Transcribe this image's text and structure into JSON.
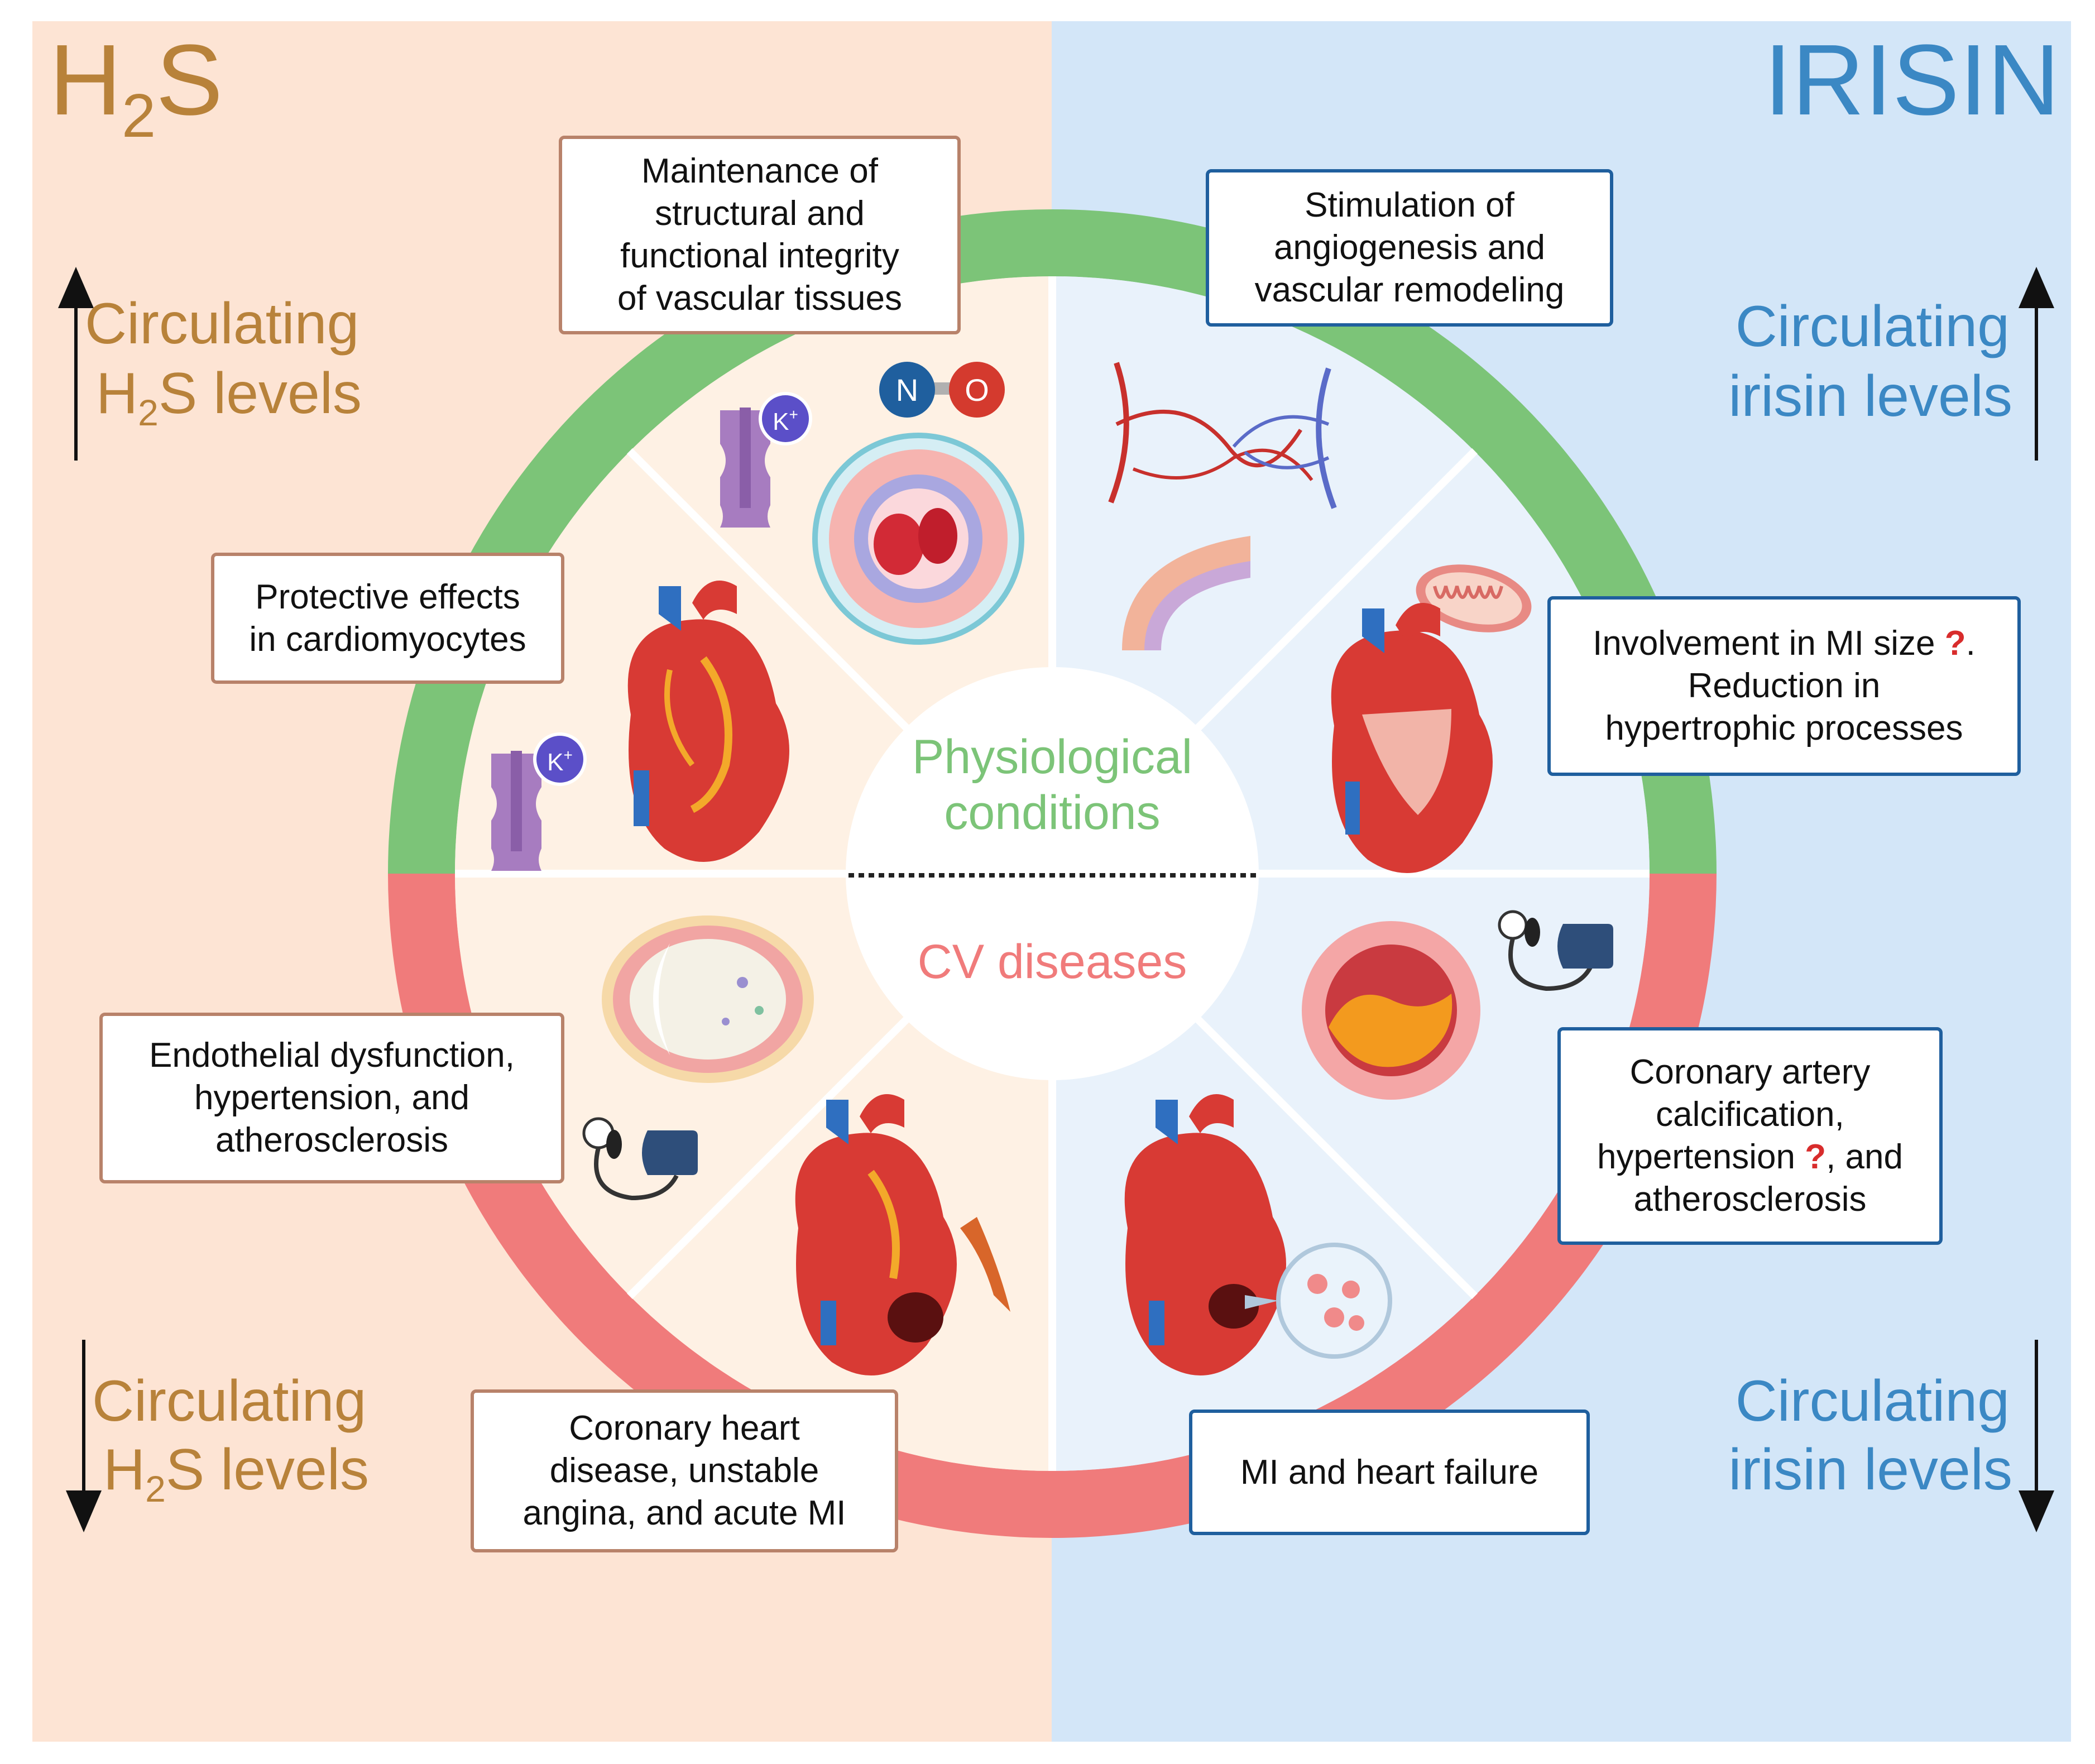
{
  "left_panel": {
    "title_main": "H",
    "title_sub": "2",
    "title_end": "S",
    "up_label_line1": "Circulating",
    "up_label_line2_main": "H",
    "up_label_line2_sub": "2",
    "up_label_line2_end": "S levels",
    "down_label_line1": "Circulating",
    "down_label_line2_main": "H",
    "down_label_line2_sub": "2",
    "down_label_line2_end": "S levels"
  },
  "right_panel": {
    "title": "IRISIN",
    "up_label_line1": "Circulating",
    "up_label_line2": "irisin levels",
    "down_label_line1": "Circulating",
    "down_label_line2": "irisin levels"
  },
  "center": {
    "physiological_line1": "Physiological",
    "physiological_line2": "conditions",
    "cv_diseases": "CV diseases"
  },
  "icons": {
    "potassium_label": "K",
    "potassium_sup": "+",
    "nitrogen_label": "N",
    "oxygen_label": "O"
  },
  "boxes": {
    "vascular_integrity": [
      "Maintenance of",
      "structural and",
      "functional integrity",
      "of vascular tissues"
    ],
    "cardiomyocytes": [
      "Protective effects",
      "in cardiomyocytes"
    ],
    "endothelial": [
      "Endothelial dysfunction,",
      "hypertension, and",
      "atherosclerosis"
    ],
    "coronary_heart": [
      "Coronary heart",
      "disease, unstable",
      "angina, and acute MI"
    ],
    "angiogenesis": [
      "Stimulation of",
      "angiogenesis and",
      "vascular remodeling"
    ],
    "mi_size_line1": "Involvement in MI size",
    "mi_size_q": "?",
    "mi_size_line1_end": ".",
    "mi_size_line2": "Reduction in",
    "mi_size_line3": "hypertrophic processes",
    "coronary_calc_line1": "Coronary artery",
    "coronary_calc_line2": "calcification,",
    "coronary_calc_line3_a": "hypertension",
    "coronary_calc_q": "?",
    "coronary_calc_line3_b": ", and",
    "coronary_calc_line4": "atherosclerosis",
    "mi_heart_failure": "MI and heart failure"
  },
  "colors": {
    "h2s_bg": "#fde4d4",
    "irisin_bg": "#d3e6f8",
    "h2s_text": "#b8823a",
    "irisin_text": "#3b88c4",
    "green_ring": "#7cc478",
    "red_ring": "#f07b7b",
    "phys_text": "#7cc478",
    "cv_text": "#f07b7b",
    "question_mark": "#d82c2c"
  }
}
